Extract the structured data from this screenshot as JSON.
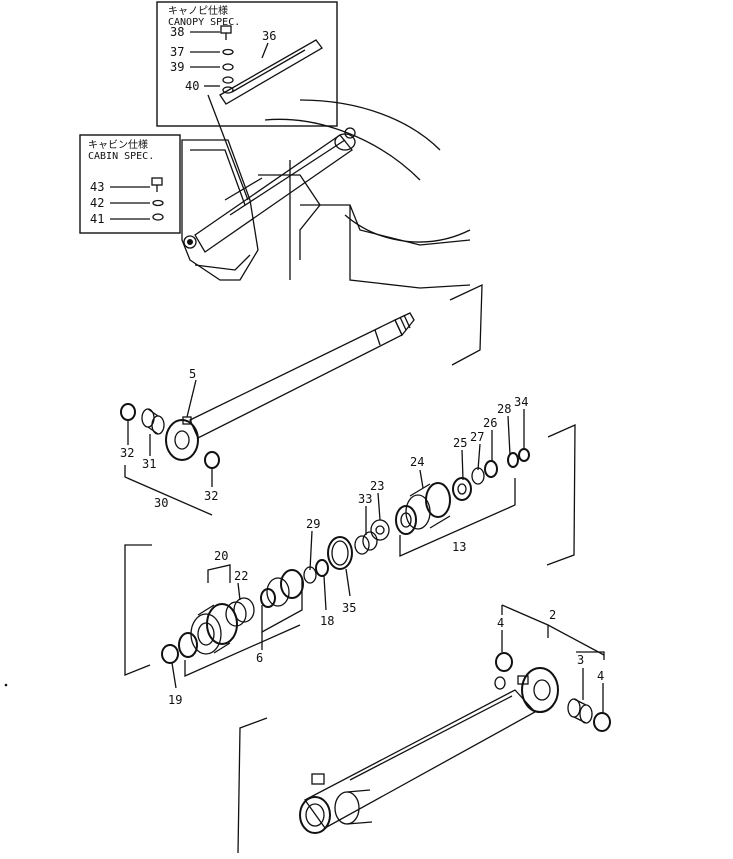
{
  "canopy_box": {
    "title_jp": "キャノピ仕様",
    "title_en": "CANOPY SPEC.",
    "labels": [
      "38",
      "37",
      "39",
      "40",
      "36"
    ]
  },
  "cabin_box": {
    "title_jp": "キャビン仕様",
    "title_en": "CABIN SPEC.",
    "labels": [
      "43",
      "42",
      "41"
    ]
  },
  "rod_group": {
    "labels": [
      "5",
      "32",
      "31",
      "30",
      "32"
    ]
  },
  "piston_group": {
    "labels": [
      "34",
      "28",
      "26",
      "27",
      "25",
      "24",
      "23",
      "33",
      "13"
    ]
  },
  "gland_group": {
    "labels": [
      "29",
      "20",
      "22",
      "6",
      "18",
      "35",
      "19"
    ]
  },
  "cylinder_group": {
    "labels": [
      "2",
      "4",
      "3",
      "4"
    ]
  }
}
